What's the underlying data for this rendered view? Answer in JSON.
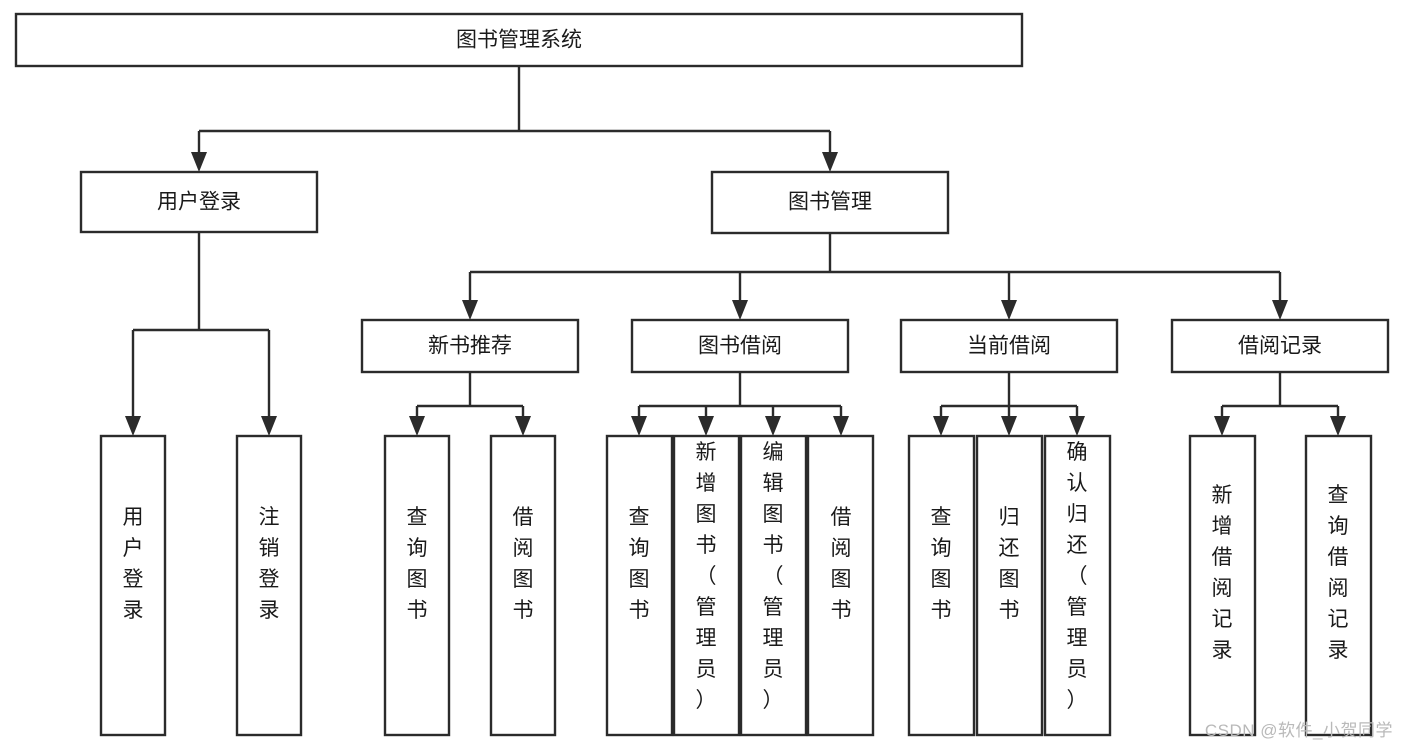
{
  "diagram": {
    "type": "tree-hierarchy-chart",
    "title": "图书管理系统",
    "watermark": "CSDN @软件_小贺同学",
    "colors": {
      "stroke": "#2b2b2b",
      "fill": "#ffffff",
      "text": "#1a1a1a",
      "watermark": "#b9b9b9"
    },
    "root": {
      "label": "图书管理系统"
    },
    "level2": [
      {
        "label": "用户登录"
      },
      {
        "label": "图书管理"
      }
    ],
    "level3": [
      {
        "label": "新书推荐"
      },
      {
        "label": "图书借阅"
      },
      {
        "label": "当前借阅"
      },
      {
        "label": "借阅记录"
      }
    ],
    "leaves": {
      "user_login": [
        {
          "label": "用户登录"
        },
        {
          "label": "注销登录"
        }
      ],
      "new_book": [
        {
          "label": "查询图书"
        },
        {
          "label": "借阅图书"
        }
      ],
      "book_borrow": [
        {
          "label": "查询图书"
        },
        {
          "label": "新增图书（管理员）"
        },
        {
          "label": "编辑图书（管理员）"
        },
        {
          "label": "借阅图书"
        }
      ],
      "current_borrow": [
        {
          "label": "查询图书"
        },
        {
          "label": "归还图书"
        },
        {
          "label": "确认归还（管理员）"
        }
      ],
      "borrow_record": [
        {
          "label": "新增借阅记录"
        },
        {
          "label": "查询借阅记录"
        }
      ]
    }
  }
}
